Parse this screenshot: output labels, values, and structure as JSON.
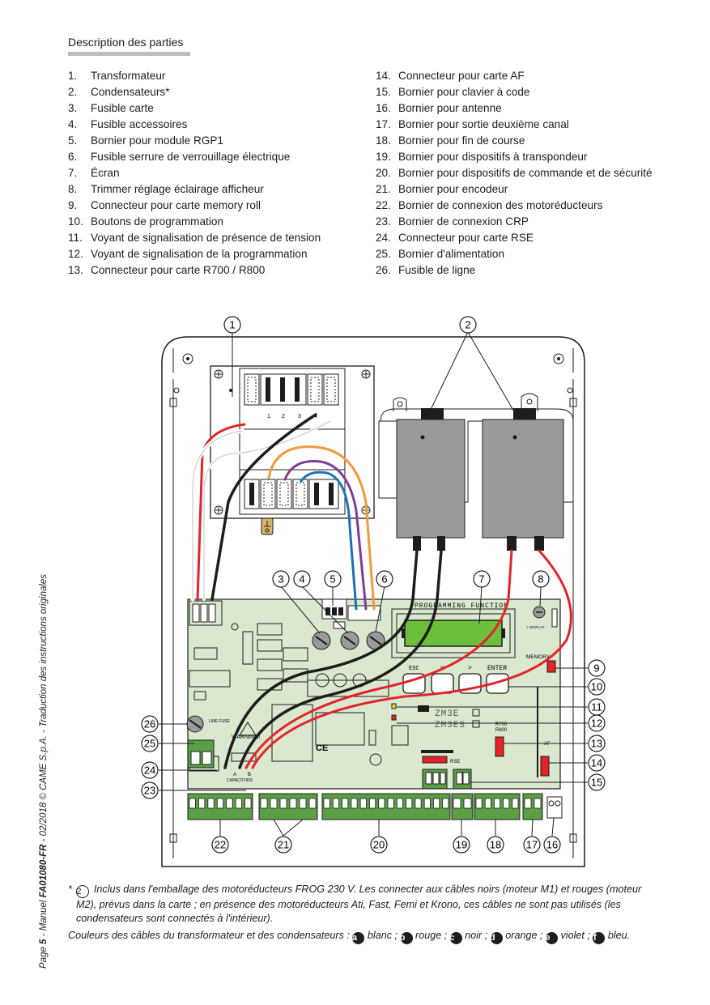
{
  "heading": "Description des parties",
  "parts_left": [
    {
      "num": "1.",
      "label": "Transformateur"
    },
    {
      "num": "2.",
      "label": "Condensateurs*"
    },
    {
      "num": "3.",
      "label": "Fusible carte"
    },
    {
      "num": "4.",
      "label": "Fusible accessoires"
    },
    {
      "num": "5.",
      "label": "Bornier pour module RGP1"
    },
    {
      "num": "6.",
      "label": "Fusible serrure de verrouillage électrique"
    },
    {
      "num": "7.",
      "label": "Écran"
    },
    {
      "num": "8.",
      "label": "Trimmer réglage éclairage afficheur"
    },
    {
      "num": "9.",
      "label": "Connecteur pour carte memory roll"
    },
    {
      "num": "10.",
      "label": "Boutons de programmation"
    },
    {
      "num": "11.",
      "label": "Voyant de signalisation de présence de tension"
    },
    {
      "num": "12.",
      "label": "Voyant de signalisation de la programmation"
    },
    {
      "num": "13.",
      "label": "Connecteur pour carte R700 / R800"
    }
  ],
  "parts_right": [
    {
      "num": "14.",
      "label": "Connecteur pour carte AF"
    },
    {
      "num": "15.",
      "label": "Bornier pour clavier à code"
    },
    {
      "num": "16.",
      "label": "Bornier pour antenne"
    },
    {
      "num": "17.",
      "label": "Bornier pour sortie deuxième canal"
    },
    {
      "num": "18.",
      "label": "Bornier pour fin de course"
    },
    {
      "num": "19.",
      "label": "Bornier pour dispositifs à transpondeur"
    },
    {
      "num": "20.",
      "label": "Bornier pour dispositifs de commande et de sécurité"
    },
    {
      "num": "21.",
      "label": "Bornier pour encodeur"
    },
    {
      "num": "22.",
      "label": "Bornier de connexion des motoréducteurs"
    },
    {
      "num": "23.",
      "label": "Bornier de connexion CRP"
    },
    {
      "num": "24.",
      "label": "Connecteur pour carte RSE"
    },
    {
      "num": "25.",
      "label": "Bornier d'alimentation"
    },
    {
      "num": "26.",
      "label": "Fusible de ligne"
    }
  ],
  "side_text": {
    "prefix": "Page ",
    "page": "5",
    "middle": " - Manuel ",
    "code": "FA01080-FR",
    "suffix": " - 02/2018 © CAME S.p.A. - Traduction des instructions originales"
  },
  "note1": {
    "star": "* ",
    "circled": "2",
    "text": " Inclus dans l'emballage des motoréducteurs FROG 230 V. Les connecter aux câbles noirs (moteur M1) et rouges (moteur M2), prévus dans la carte ; en présence des motoréducteurs Ati, Fast, Femi et Krono, ces câbles ne sont pas utilisés (les condensateurs sont connectés à l'intérieur)."
  },
  "note2": {
    "intro": "Couleurs des câbles du transformateur et des condensateurs : ",
    "items": [
      {
        "letter": "a",
        "label": " blanc ; "
      },
      {
        "letter": "b",
        "label": " rouge ; "
      },
      {
        "letter": "c",
        "label": " noir ; "
      },
      {
        "letter": "d",
        "label": " orange ; "
      },
      {
        "letter": "e",
        "label": " violet ; "
      },
      {
        "letter": "f",
        "label": " bleu."
      }
    ]
  },
  "diagram": {
    "callouts": [
      "1",
      "2",
      "3",
      "4",
      "5",
      "6",
      "7",
      "8",
      "9",
      "10",
      "11",
      "12",
      "13",
      "14",
      "15",
      "16",
      "17",
      "18",
      "19",
      "20",
      "21",
      "22",
      "23",
      "24",
      "25",
      "26"
    ],
    "board_labels": {
      "programming": "PROGRAMMING FUNCTION",
      "esc": "ESC",
      "lt": "<",
      "gt": ">",
      "enter": "ENTER",
      "memory": "MEMORY",
      "model1": "ZM3E",
      "model2": "ZM3ES",
      "r700": "R700",
      "r800": "R800",
      "rse": "RSE",
      "af": "AF",
      "ce": "CE",
      "warning": "WARNING!",
      "capacitors": "CAPACITORS",
      "line_fuse": "LINE FUSE",
      "cap_a": "A",
      "cap_b": "B",
      "tr1": "1",
      "tr2": "2",
      "tr3": "3",
      "tr4": "4",
      "trimmer": "+ DISPLAY -"
    },
    "wire_colors": {
      "white": "#ffffff",
      "red": "#e3242b",
      "black": "#1d1d1b",
      "orange": "#f29a38",
      "violet": "#7b3f98",
      "blue": "#1f6fb8"
    },
    "board_color": "#d9e8cf",
    "display_color": "#6cbf3a",
    "terminal_color": "#5a9e45"
  }
}
